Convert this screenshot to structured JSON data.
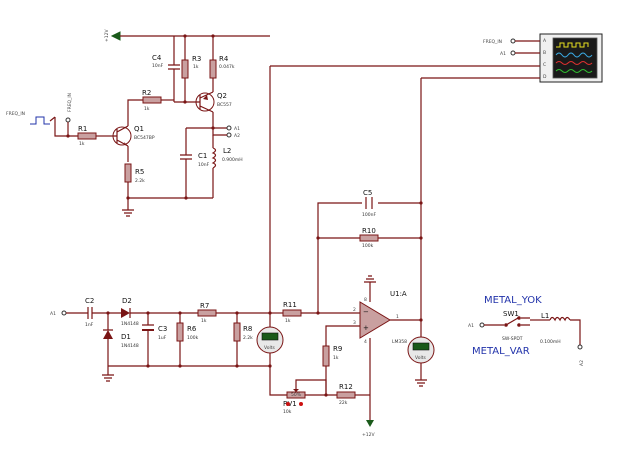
{
  "power": {
    "v12_top": "+12V",
    "v12_bottom": "+12V"
  },
  "terminals": {
    "freq_in_left": "FREQ_IN",
    "freq_in_vert": "FREQ_IN",
    "a1_left": "A1",
    "a1_out": "A1",
    "a2_out": "A2",
    "a1_sw": "A1",
    "a2_sw": "A2",
    "freq_in_scope": "FREQ_IN",
    "a1_scope": "A1"
  },
  "components": {
    "r1": {
      "ref": "R1",
      "val": "1k"
    },
    "r2": {
      "ref": "R2",
      "val": "1k"
    },
    "r3": {
      "ref": "R3",
      "val": "1k"
    },
    "r4": {
      "ref": "R4",
      "val": "0.047k"
    },
    "r5": {
      "ref": "R5",
      "val": "2.2k"
    },
    "r6": {
      "ref": "R6",
      "val": "100k"
    },
    "r7": {
      "ref": "R7",
      "val": "1k"
    },
    "r8": {
      "ref": "R8",
      "val": "2.2k"
    },
    "r9": {
      "ref": "R9",
      "val": "1k"
    },
    "r10": {
      "ref": "R10",
      "val": "100k"
    },
    "r11": {
      "ref": "R11",
      "val": "1k"
    },
    "r12": {
      "ref": "R12",
      "val": "22k"
    },
    "rv1": {
      "ref": "RV1",
      "val": "10k",
      "pct": "50%"
    },
    "c1": {
      "ref": "C1",
      "val": "10nF"
    },
    "c2": {
      "ref": "C2",
      "val": "1nF"
    },
    "c3": {
      "ref": "C3",
      "val": "1uF"
    },
    "c4": {
      "ref": "C4",
      "val": "10nF"
    },
    "c5": {
      "ref": "C5",
      "val": "100nF"
    },
    "d1": {
      "ref": "D1",
      "val": "1N4148"
    },
    "d2": {
      "ref": "D2",
      "val": "1N4148"
    },
    "l1": {
      "ref": "L1",
      "val": "0.100mH"
    },
    "l2": {
      "ref": "L2",
      "val": "0.900mH"
    },
    "q1": {
      "ref": "Q1",
      "val": "BC547BP"
    },
    "q2": {
      "ref": "Q2",
      "val": "BC557"
    },
    "u1": {
      "ref": "U1:A",
      "val": "LM358",
      "pin2": "2",
      "pin3": "3",
      "pin1": "1",
      "pin8": "8",
      "pin4": "4"
    },
    "sw1": {
      "ref": "SW1",
      "val": "SW-SPDT"
    },
    "vm1": {
      "label": "Volts"
    },
    "vm2": {
      "label": "Volts"
    }
  },
  "scope": {
    "ch": [
      "A",
      "B",
      "C",
      "D"
    ]
  },
  "annotations": {
    "metal_yok": "METAL_YOK",
    "metal_var": "METAL_VAR"
  },
  "colors": {
    "wire": "#7a1515",
    "component_fill": "#c9a0a0",
    "annotation": "#2233aa"
  }
}
